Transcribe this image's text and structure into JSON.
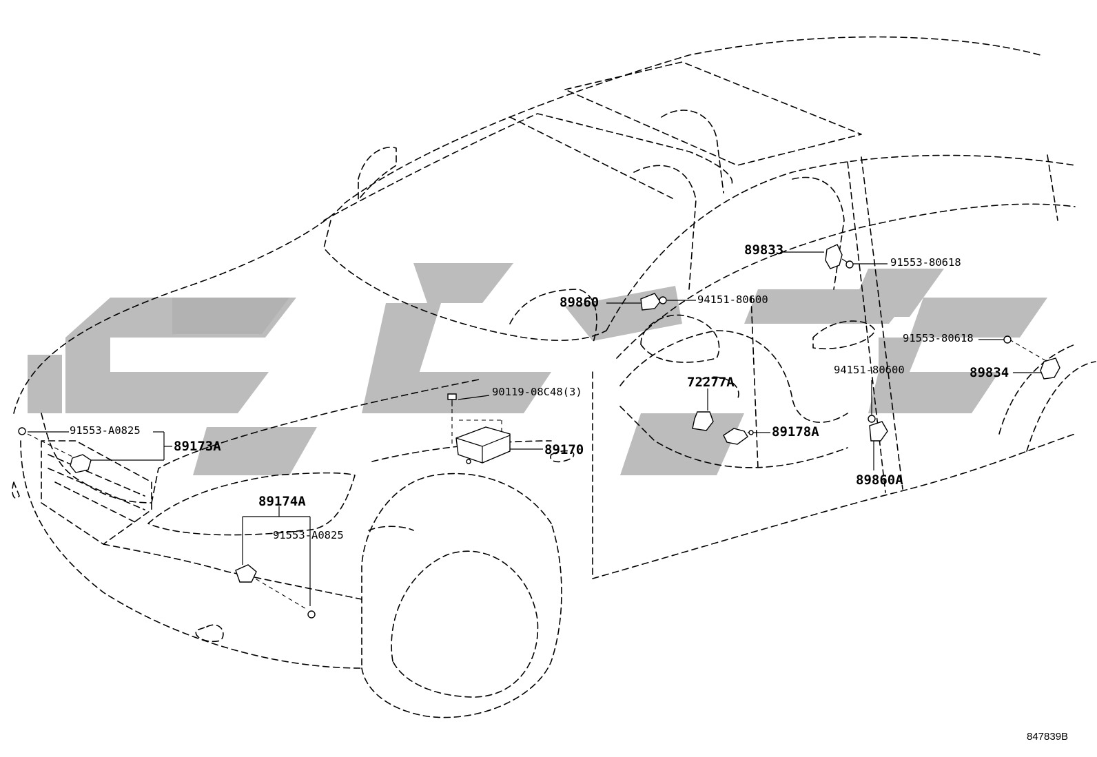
{
  "diagram": {
    "code": "847839B",
    "labels": {
      "p89833": "89833",
      "p91553_80618_a": "91553-80618",
      "p89860": "89860",
      "p94151_80600_a": "94151-80600",
      "p91553_80618_b": "91553-80618",
      "p94151_80600_b": "94151-80600",
      "p89834": "89834",
      "p72277A": "72277A",
      "p90119": "90119-08C48(3)",
      "p89178A": "89178A",
      "p91553_A0825_a": "91553-A0825",
      "p89173A": "89173A",
      "p89170": "89170",
      "p89860A": "89860A",
      "p89174A": "89174A",
      "p91553_A0825_b": "91553-A0825"
    }
  },
  "colors": {
    "line": "#000000",
    "watermark": "#b0b0b0",
    "background": "#ffffff"
  }
}
